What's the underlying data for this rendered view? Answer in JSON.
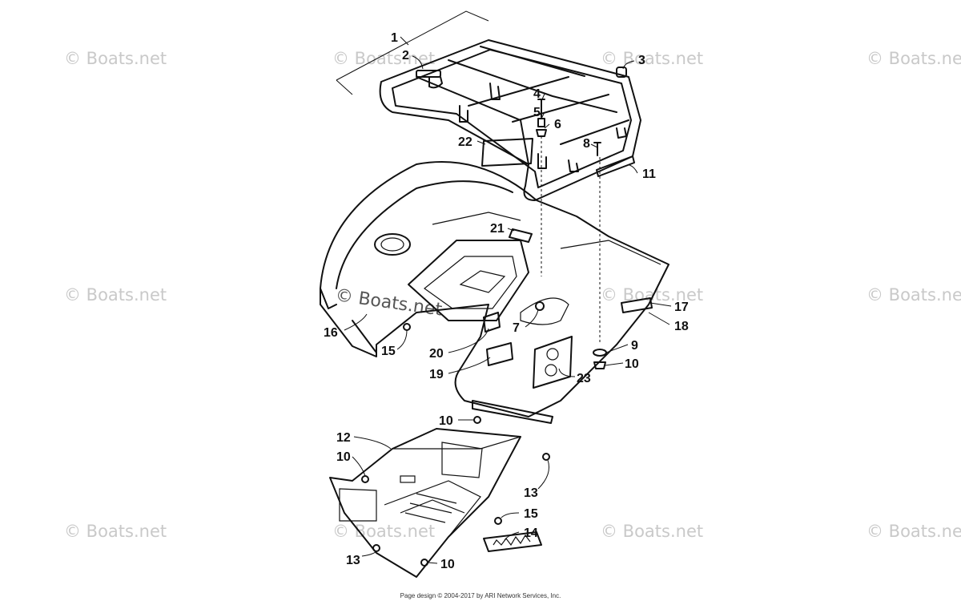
{
  "watermark": {
    "text": "© Boats.net",
    "center_text": "© Boats.net"
  },
  "callouts": [
    "1",
    "2",
    "3",
    "4",
    "5",
    "6",
    "22",
    "8",
    "11",
    "21",
    "7",
    "17",
    "18",
    "16",
    "15",
    "20",
    "19",
    "9",
    "10",
    "23",
    "12",
    "13",
    "14"
  ],
  "labels": {
    "c1": "1",
    "c2": "2",
    "c3": "3",
    "c4": "4",
    "c5": "5",
    "c6": "6",
    "c7": "7",
    "c8": "8",
    "c9": "9",
    "c10": "10",
    "c11": "11",
    "c12": "12",
    "c13": "13",
    "c14": "14",
    "c15": "15",
    "c16": "16",
    "c17": "17",
    "c18": "18",
    "c19": "19",
    "c20": "20",
    "c21": "21",
    "c22": "22",
    "c23": "23"
  },
  "footer": "Page design © 2004-2017 by ARI Network Services, Inc."
}
